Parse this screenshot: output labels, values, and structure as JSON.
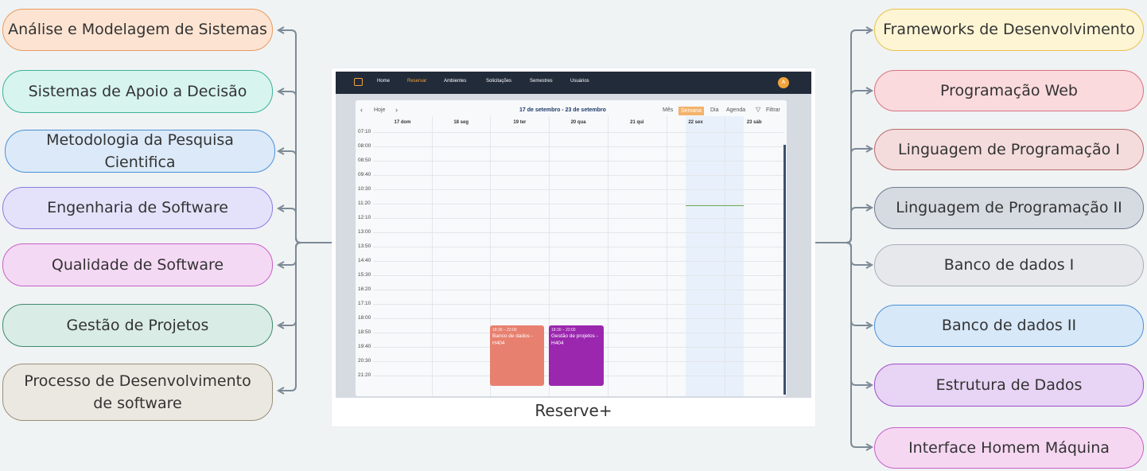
{
  "center": {
    "label": "Reserve+",
    "screenshot": {
      "nav": [
        "Home",
        "Reservar",
        "Ambientes",
        "Solicitações",
        "Semestres",
        "Usuários"
      ],
      "active_nav": "Reservar",
      "avatar": "A",
      "toolbar": {
        "today": "Hoje",
        "range": "17 de setembro - 23 de setembro",
        "views": [
          "Mês",
          "Semana",
          "Dia",
          "Agenda"
        ],
        "active_view": "Semana",
        "filter": "Filtrar"
      },
      "days": [
        "17 dom",
        "18 seg",
        "19 ter",
        "20 qua",
        "21 qui",
        "22 sex",
        "23 sáb"
      ],
      "times": [
        "07:10",
        "08:00",
        "08:50",
        "09:40",
        "10:30",
        "11:20",
        "12:10",
        "13:00",
        "13:50",
        "14:40",
        "15:30",
        "16:20",
        "17:10",
        "18:00",
        "18:50",
        "19:40",
        "20:30",
        "21:20"
      ],
      "events": [
        {
          "time": "18:30 – 22:00",
          "title": "Banco de dados - H404",
          "color": "#e8806f"
        },
        {
          "time": "18:30 – 22:00",
          "title": "Gestão de projetos - H404",
          "color": "#9b27af"
        }
      ]
    }
  },
  "left_nodes": [
    {
      "label": "Análise e Modelagem de Sistemas",
      "fill": "#fde4d2",
      "border": "#e89a5f"
    },
    {
      "label": "Sistemas de Apoio a Decisão",
      "fill": "#d7f4ee",
      "border": "#3bb39a"
    },
    {
      "label": "Metodologia da Pesquisa Cientifica",
      "fill": "#dbe9f8",
      "border": "#4a90d9"
    },
    {
      "label": "Engenharia de Software",
      "fill": "#e4e1fa",
      "border": "#8a7ce0"
    },
    {
      "label": "Qualidade de Software",
      "fill": "#f4d9f4",
      "border": "#c760c7"
    },
    {
      "label": "Gestão de Projetos",
      "fill": "#d9ece5",
      "border": "#3f8a6c"
    },
    {
      "label": "Processo de Desenvolvimento de software",
      "fill": "#ebe8e1",
      "border": "#9a8f7a"
    }
  ],
  "right_nodes": [
    {
      "label": "Frameworks de Desenvolvimento",
      "fill": "#fdf5d4",
      "border": "#e8c24a"
    },
    {
      "label": "Programação Web",
      "fill": "#fadadd",
      "border": "#d9727f"
    },
    {
      "label": "Linguagem de Programação I",
      "fill": "#f4dcdc",
      "border": "#b86a6a"
    },
    {
      "label": "Linguagem de Programação II",
      "fill": "#d6dbe2",
      "border": "#6f7b8c"
    },
    {
      "label": "Banco de dados I",
      "fill": "#e6e8ec",
      "border": "#a9afb9"
    },
    {
      "label": "Banco de dados II",
      "fill": "#d7e8f8",
      "border": "#4a90d9"
    },
    {
      "label": "Estrutura de Dados",
      "fill": "#e8d4f4",
      "border": "#9c4fc9"
    },
    {
      "label": "Interface Homem Máquina",
      "fill": "#f6d7f2",
      "border": "#c760c7"
    }
  ],
  "connector_color": "#7c8a96"
}
